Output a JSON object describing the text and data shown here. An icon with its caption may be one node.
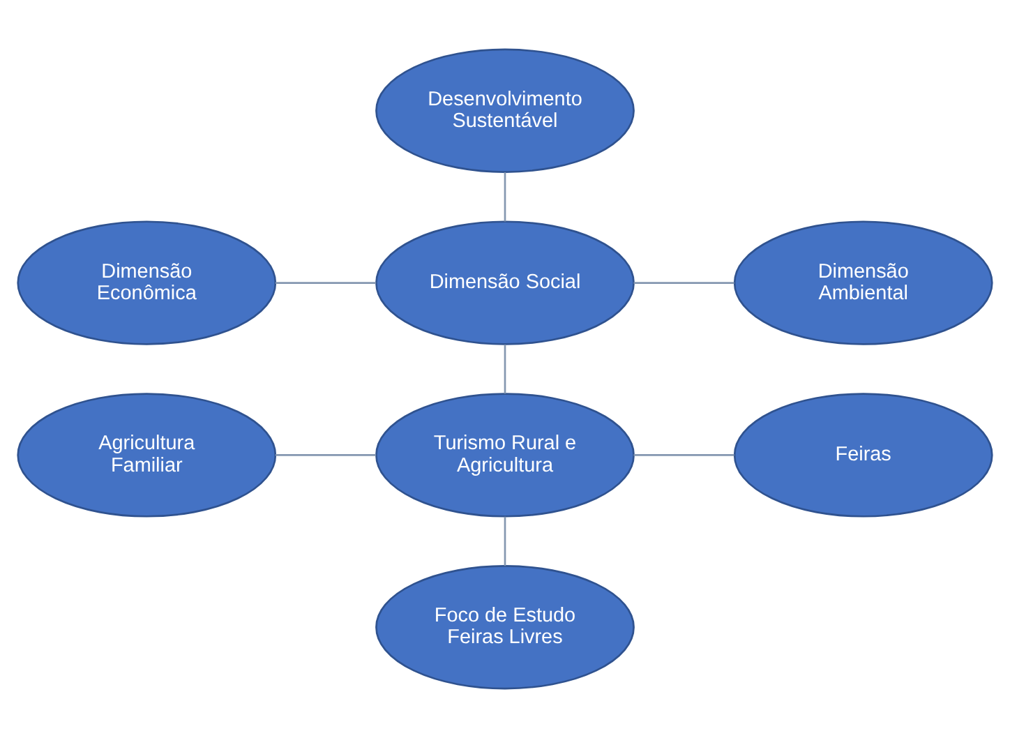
{
  "diagram": {
    "nodes": [
      {
        "text": [
          "Desenvolvimento Sustentável"
        ]
      },
      {
        "text": [
          "Dimensão Econômica"
        ]
      },
      {
        "text": [
          "Dimensão Social"
        ]
      },
      {
        "text": [
          "Dimensão Ambiental"
        ]
      },
      {
        "text": [
          "Agricultura Familiar"
        ]
      },
      {
        "text": [
          "Turismo Rural e Agricultura"
        ]
      },
      {
        "text": [
          "Feiras"
        ]
      },
      {
        "text": [
          "Foco de Estudo Feiras Livres"
        ]
      }
    ],
    "edges": [
      {
        "from": 0,
        "to": 2,
        "arrow": "none"
      },
      {
        "from": 1,
        "to": 2,
        "arrow": "none"
      },
      {
        "from": 2,
        "to": 3,
        "arrow": "none"
      },
      {
        "from": 2,
        "to": 5,
        "arrow": "none"
      },
      {
        "from": 4,
        "to": 5,
        "arrow": "none"
      },
      {
        "from": 5,
        "to": 6,
        "arrow": "none"
      },
      {
        "from": 5,
        "to": 7,
        "arrow": "none"
      }
    ]
  }
}
